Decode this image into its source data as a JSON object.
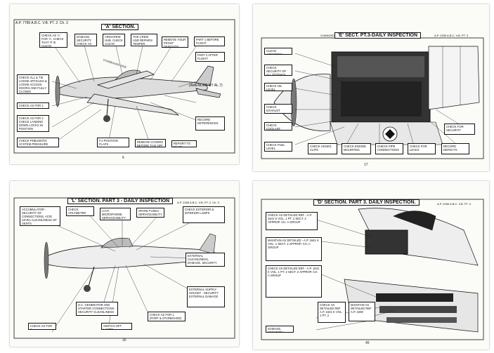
{
  "pages": {
    "a": {
      "ref": "A.P. 7780 A.B.C. V.B. PT. 2. Ch. 3",
      "title": "'A' SECTION.",
      "amended": "(AMENDED BY AL.7)",
      "page_number": "6",
      "boxes": [
        "CHECK AS 'A' FOR 'A', CHECK THAT IT IS CLEAN",
        "DAMAGE, SECURITY CHECK AS 'A' SECTION",
        "AIRSCREW HUB. CHECK CLEAR LOCKED UP",
        "THE CREW AND REPAIRS TEMPER, SECURITY EXAM. ON C.H.",
        "REMOVE YOUR FROST DEPOSITS",
        "PART 1 BEFORE FLIGHT INSPECTION",
        "PART 2 AFTER FLIGHT INSPECTION",
        "CHECK ALL & TIE LOOSE ARTICLES & LOOSE ACCESS DOORS AND FULLY CLOSED",
        "CHECK AS FOR 1",
        "CHECK AS FOR 2 CHECK LANDING DOWN LOCKS IN POSITION",
        "CHECK PNEUMATIC SYSTEM PRESSURE",
        "RECORD DIFFERENCES",
        "F.2 POSITION FLAPS",
        "REMOVE COVERS BEFORE TAXI OFF",
        "REPORT TO PILOT"
      ],
      "side_label": "STARBOARD SIDE"
    },
    "e": {
      "ref_left": "CHANGED BY AL. 11",
      "ref_right": "A.P. 2280 A.B.C. V.B. PT. 3",
      "title": "'E' SECT. PT.3-DAILY INSPECTION",
      "page_number": "17",
      "boxes": [
        "CLEAN AIRSCREW",
        "CHECK SECURITY OF ALL FITTINGS",
        "CHECK OIL LEVEL",
        "CHECK EXHAUST STUBS",
        "CHECK COOLANT",
        "CHECK FUEL LEVEL",
        "CHECK HOSES CLIPS",
        "CHECK ENGINE MOUNTING",
        "CHECK PIPE CONNECTIONS",
        "CHECK FOR LEAKS",
        "RECORD DEFECTS",
        "CHECK FOR SECURITY"
      ]
    },
    "l": {
      "title": "'L' SECTION. PART 3 - DAILY INSPECTION",
      "ref": "A.P. 2280 A.B.C. V.B. PT. 2. Ch. 3",
      "page_number": "30",
      "boxes": [
        "ACCUMULATOR - SECURITY OF CONNECTIONS, ACID LEVEL CLEANLINESS OF VENTS",
        "CHECK VOLTMETER READING",
        "V.H.F. MICROPHONE SERVICEABILITY OF LEADS",
        "SPARE FUSES - SERVICEABILITY",
        "CHECK EXTERIOR & INTERIOR LAMPS",
        "EXTERNAL CLEANLINESS, DAMAGE, SECURITY",
        "EXTERNAL SUPPLY SOCKET - SECURITY EXTERNAL DAMAGE",
        "D.C. GENERATOR AND STARTER CONNECTIONS - SECURITY CLEANLINESS",
        "CHECK AS FOR 1 (PORT & STARBOARD)",
        "SWITCH OFF LAMPS",
        "CHECK AS FOR 1"
      ]
    },
    "d": {
      "title": "'D' SECTION. PART 3. DAILY INSPECTION.",
      "ref": "A.P. 2280 A.B.C. V.B. PT. 3",
      "page_number": "45",
      "boxes": [
        "CHECK AS DETAILED REF - A.P. 1641 K VOL. 1 PT. 2 SECT. 2 APPROP. CH. A GROUP",
        "MAINTAIN AS DETAILED - A.P. 1641 K VOL. 1 SECT. 2 APPROP. CH. A GROUP",
        "CHECK AS DETAILED REF - A.P. 1641 K VOL. 1 PT. 2 SECT. 2 APPROP. CH. A GROUP",
        "CHECK AS DETAILED REF A.P. 1641 K VOL. 1 PT. 2",
        "MAINTAIN AS DETAILED REF A.P. 2280",
        "DAMAGE, SECURITY"
      ]
    }
  }
}
